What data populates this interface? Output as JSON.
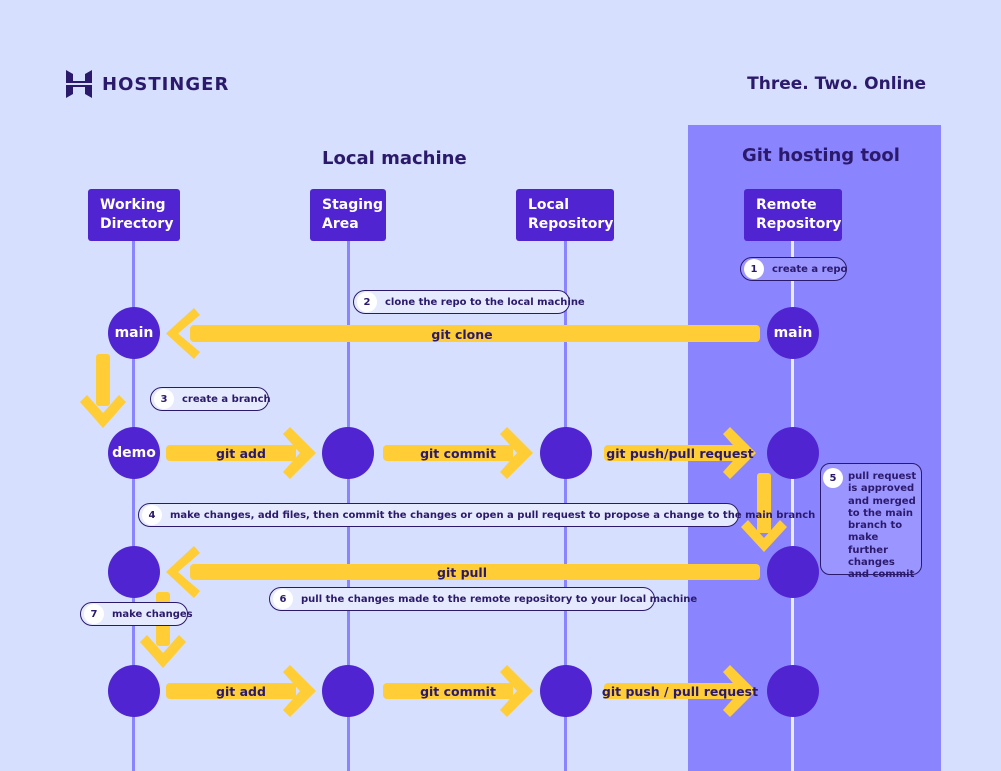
{
  "brand": {
    "name": "HOSTINGER",
    "tagline": "Three. Two. Online"
  },
  "sections": {
    "local": "Local machine",
    "remote": "Git hosting tool"
  },
  "columns": {
    "working": [
      "Working",
      "Directory"
    ],
    "staging": [
      "Staging",
      "Area"
    ],
    "local_repo": [
      "Local",
      "Repository"
    ],
    "remote_repo": [
      "Remote",
      "Repository"
    ]
  },
  "nodes": {
    "main": "main",
    "demo": "demo"
  },
  "arrows": {
    "clone": "git clone",
    "add1": "git add",
    "commit1": "git commit",
    "push1": "git push/pull request",
    "pull": "git pull",
    "add2": "git add",
    "commit2": "git commit",
    "push2": "git push / pull request"
  },
  "steps": {
    "s1": {
      "num": "1",
      "text": "create a repo"
    },
    "s2": {
      "num": "2",
      "text": "clone the repo to the local machine"
    },
    "s3": {
      "num": "3",
      "text": "create a branch"
    },
    "s4": {
      "num": "4",
      "text": "make changes, add files, then commit the changes or open a pull request to propose a change to the main branch"
    },
    "s5": {
      "num": "5",
      "text": "pull request is approved and merged to the main branch  to make further changes and commit"
    },
    "s6": {
      "num": "6",
      "text": "pull the changes made to the remote repository to your local machine"
    },
    "s7": {
      "num": "7",
      "text": "make changes"
    }
  },
  "colors": {
    "background": "#d6dffe",
    "remote_panel": "#8b84ff",
    "node": "#5025d1",
    "arrow": "#ffcd35",
    "text": "#2b1a6b"
  },
  "icons": {
    "logo": "hostinger-logo-icon"
  }
}
